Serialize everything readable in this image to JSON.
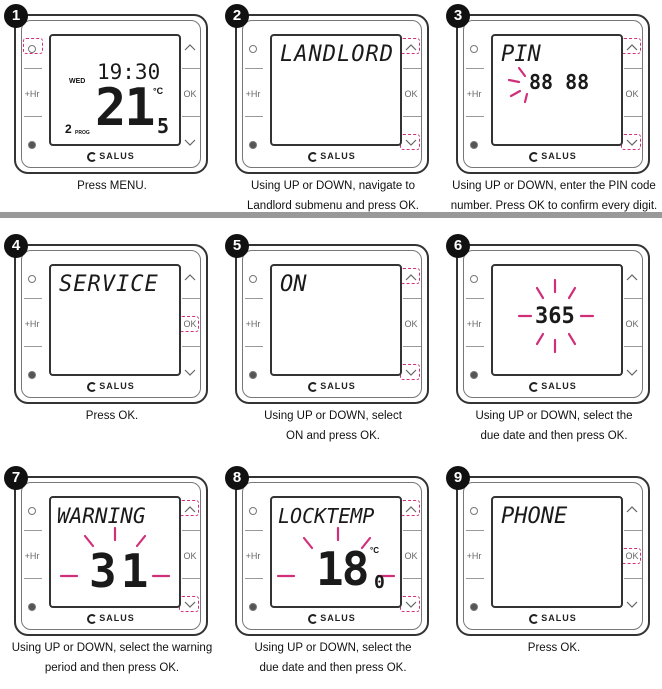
{
  "device": {
    "brand": "SALUS",
    "left_button_hr": "+Hr",
    "right_button_ok": "OK",
    "up_icon": "chevron-up-icon",
    "down_icon": "chevron-down-icon"
  },
  "accent_color": "#d0307a",
  "steps": [
    {
      "number": "1",
      "lcd": {
        "day": "WED",
        "time": "19:30",
        "temp_int": "21",
        "temp_dec": "5",
        "unit": "°C",
        "prog_num": "2",
        "prog_label": "PROG"
      },
      "caption_line1": "Press MENU.",
      "caption_line2": ""
    },
    {
      "number": "2",
      "lcd_text": "LANDLORD",
      "caption_line1": "Using UP or DOWN, navigate to",
      "caption_line2": "Landlord submenu and press OK."
    },
    {
      "number": "3",
      "lcd_text": "PIN",
      "lcd_digits": "88 88",
      "caption_line1": "Using UP or DOWN, enter the PIN code",
      "caption_line2": "number. Press OK to confirm every digit."
    },
    {
      "number": "4",
      "lcd_text": "SERVICE",
      "caption_line1": "Press OK.",
      "caption_line2": ""
    },
    {
      "number": "5",
      "lcd_text": "ON",
      "caption_line1": "Using UP or DOWN, select",
      "caption_line2": "ON and press OK."
    },
    {
      "number": "6",
      "lcd_digits": "365",
      "caption_line1": "Using UP or DOWN, select the",
      "caption_line2": "due date and then press OK."
    },
    {
      "number": "7",
      "lcd_text": "WARNING",
      "lcd_digits": "31",
      "caption_line1": "Using UP or DOWN, select the warning",
      "caption_line2": "period and then press OK."
    },
    {
      "number": "8",
      "lcd_text": "LOCKTEMP",
      "lcd_digits": "18",
      "lcd_dec": "0",
      "unit": "°C",
      "caption_line1": "Using UP or DOWN, select the",
      "caption_line2": "due date and then press OK."
    },
    {
      "number": "9",
      "lcd_text": "PHONE",
      "caption_line1": "Press OK.",
      "caption_line2": ""
    }
  ]
}
